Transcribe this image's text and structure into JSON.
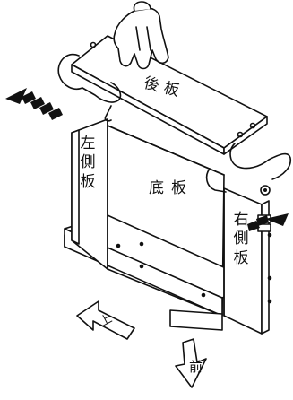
{
  "panels": {
    "back_panel": "後板",
    "left_side_panel": "左側板",
    "right_side_panel": "右側板",
    "bottom_panel": "底板"
  },
  "directions": {
    "up": "上",
    "front": "前"
  }
}
